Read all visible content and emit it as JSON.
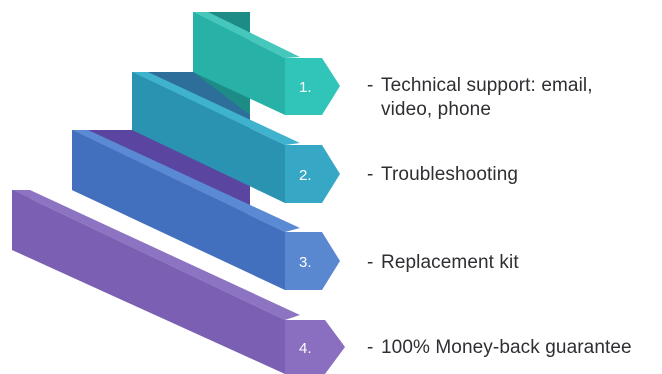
{
  "steps": [
    {
      "number": "1.",
      "label": "Technical support: email,\nvideo, phone",
      "front_color": "#2ec0b3",
      "side_color": "#1f9a90",
      "top_color": "#4fd3c6"
    },
    {
      "number": "2.",
      "label": "Troubleshooting",
      "front_color": "#2fa0bb",
      "side_color": "#237f96",
      "top_color": "#3fb3cd"
    },
    {
      "number": "3.",
      "label": "Replacement kit",
      "front_color": "#4a78c4",
      "side_color": "#3a5ea0",
      "top_color": "#5b8ad4"
    },
    {
      "number": "4.",
      "label": "100% Money-back guarantee",
      "front_color": "#7e62b6",
      "side_color": "#5c4696",
      "top_color": "#8d74c2"
    }
  ],
  "bullet": "-"
}
